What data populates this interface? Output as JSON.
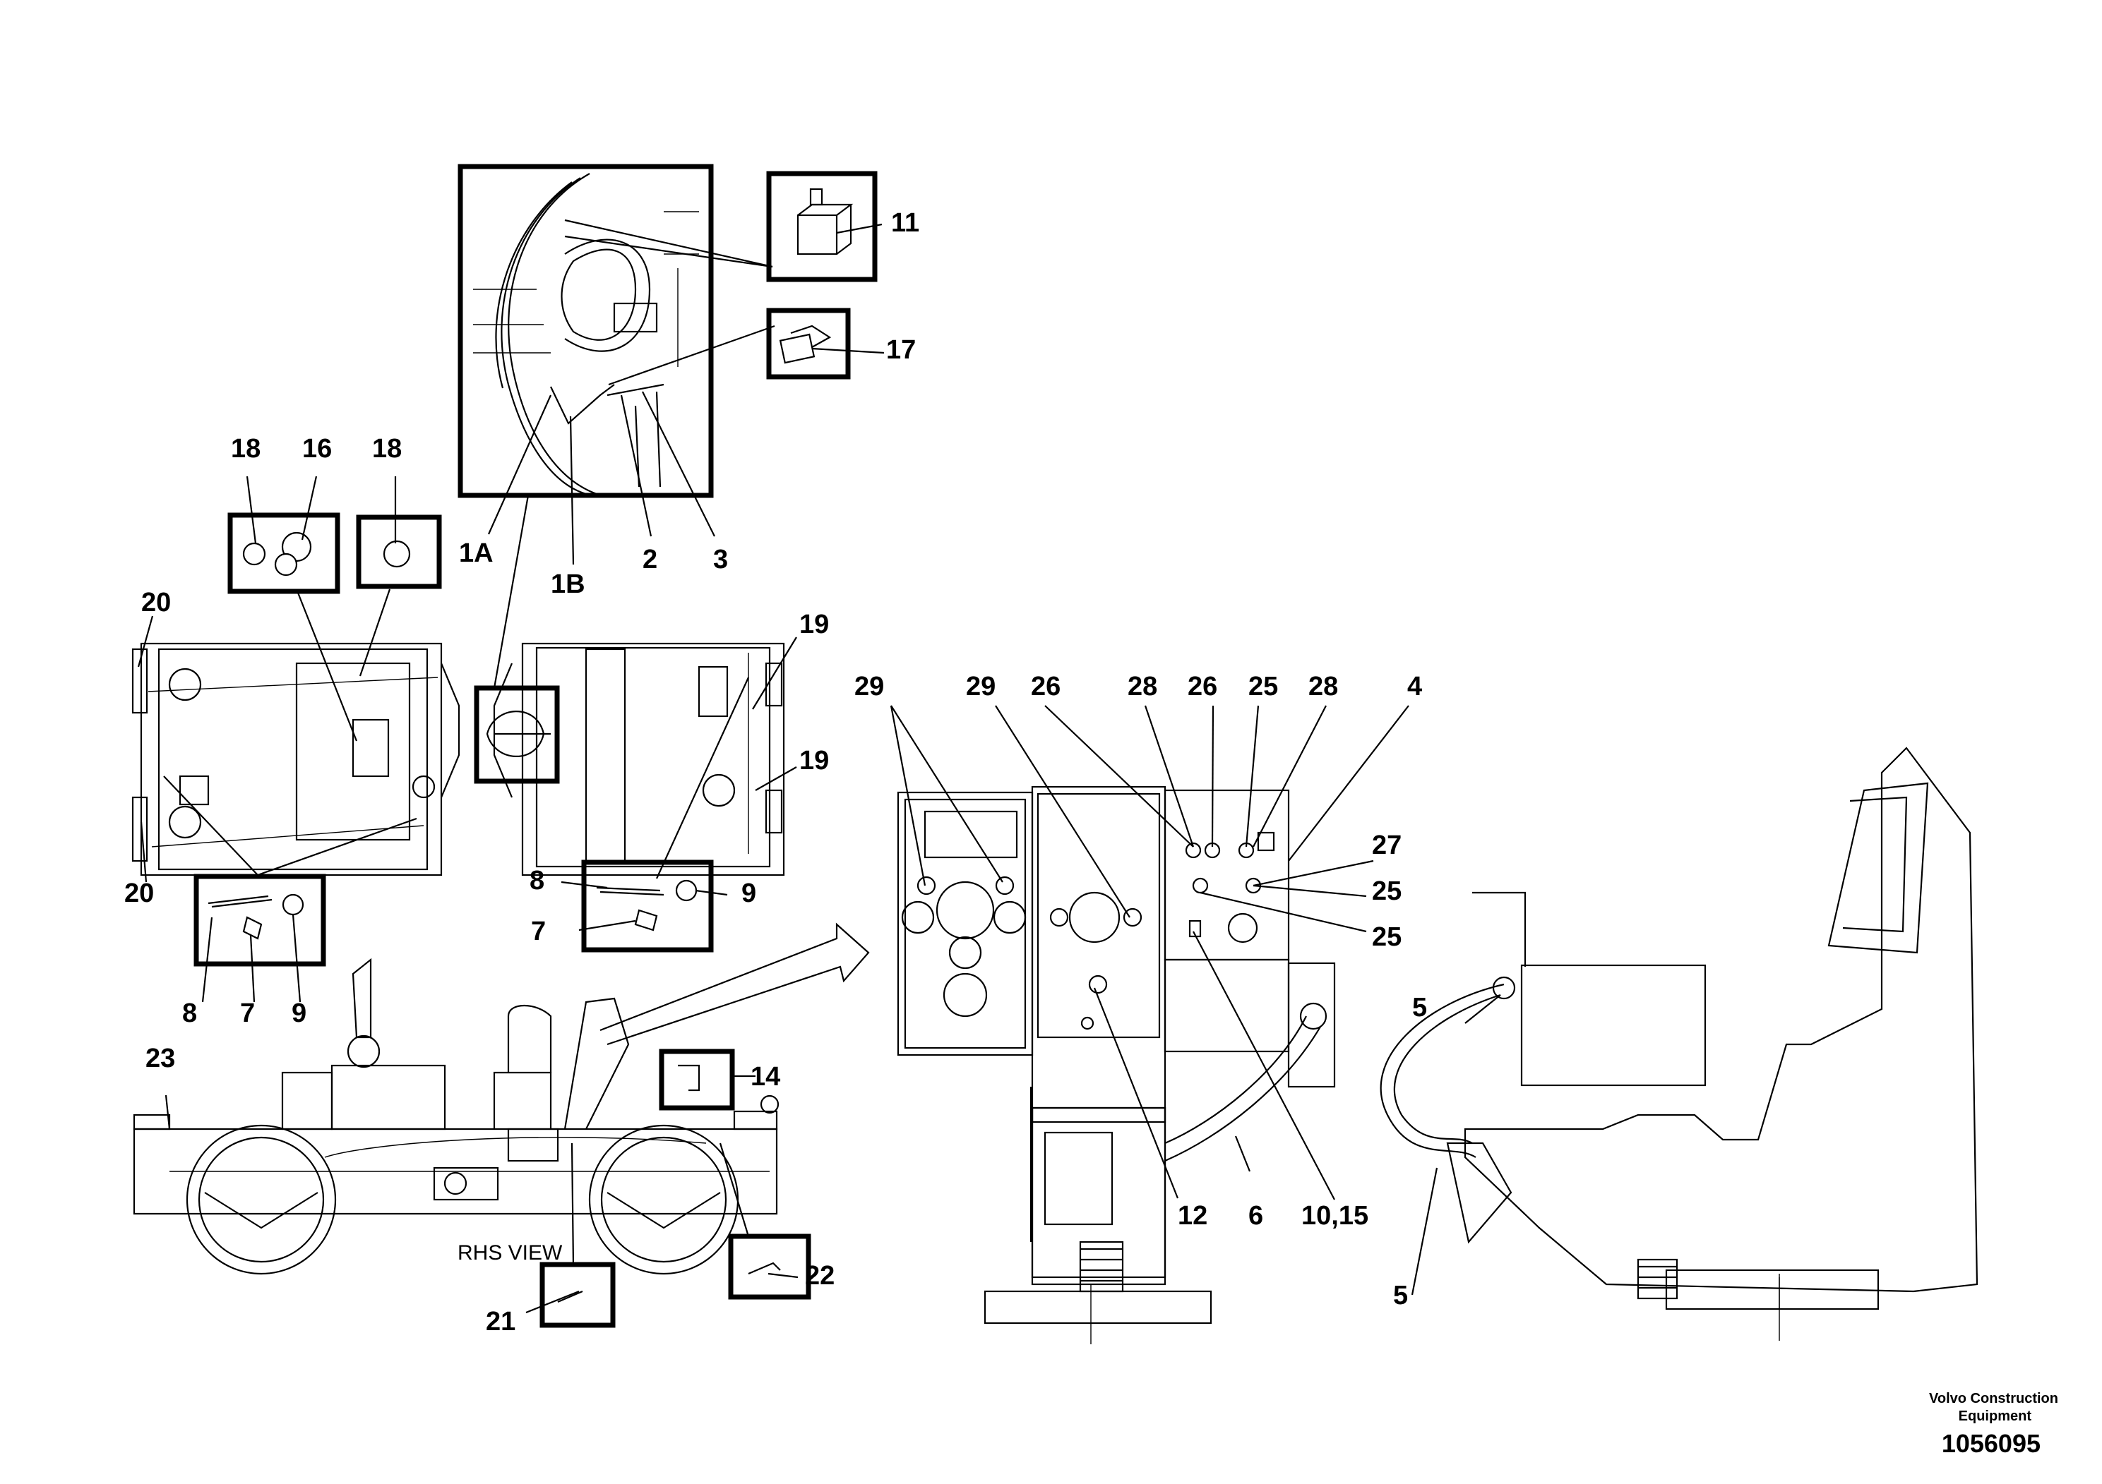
{
  "callouts": {
    "c1A": "1A",
    "c1B": "1B",
    "c2": "2",
    "c3": "3",
    "c4": "4",
    "c5a": "5",
    "c5b": "5",
    "c6": "6",
    "c7a": "7",
    "c7b": "7",
    "c8a": "8",
    "c8b": "8",
    "c9a": "9",
    "c9b": "9",
    "c1015": "10,15",
    "c11": "11",
    "c12": "12",
    "c14": "14",
    "c16": "16",
    "c17": "17",
    "c18a": "18",
    "c18b": "18",
    "c19a": "19",
    "c19b": "19",
    "c20a": "20",
    "c20b": "20",
    "c21": "21",
    "c22": "22",
    "c23": "23",
    "c25a": "25",
    "c25b": "25",
    "c25c": "25",
    "c26a": "26",
    "c26b": "26",
    "c27": "27",
    "c28a": "28",
    "c28b": "28",
    "c29a": "29",
    "c29b": "29"
  },
  "view_label": "RHS VIEW",
  "footer": {
    "company_line1": "Volvo Construction",
    "company_line2": "Equipment",
    "drawing_number": "1056095"
  }
}
